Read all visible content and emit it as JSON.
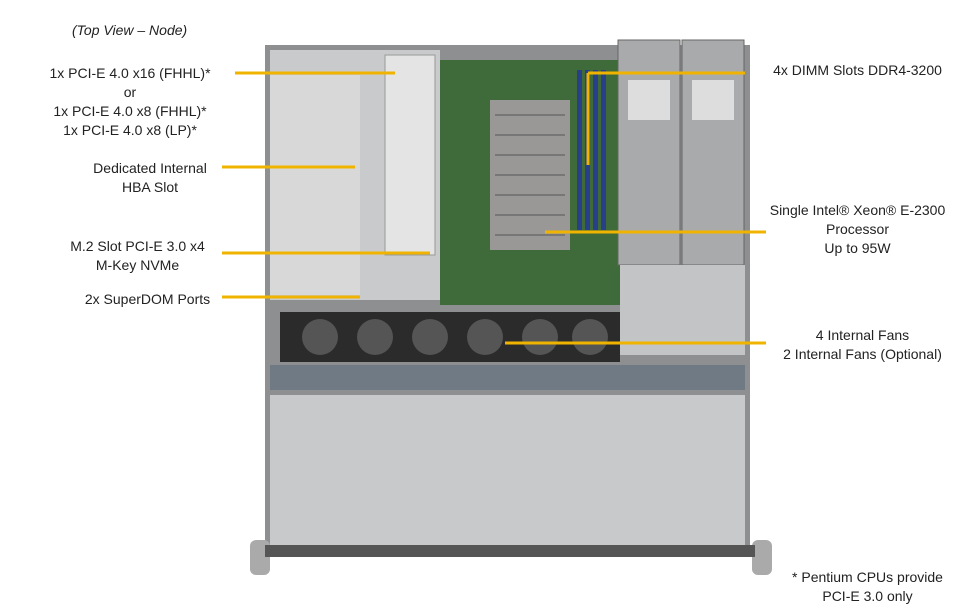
{
  "title": "(Top View – Node)",
  "colors": {
    "leader": "#f0b400",
    "board": "#3f6b3a",
    "chassis": "#b9babb"
  },
  "left_labels": [
    {
      "lines": [
        "1x PCI-E 4.0 x16 (FHHL)*",
        "or",
        "1x PCI-E 4.0 x8 (FHHL)*",
        "1x PCI-E 4.0 x8 (LP)*"
      ]
    },
    {
      "lines": [
        "Dedicated Internal",
        "HBA Slot"
      ]
    },
    {
      "lines": [
        "M.2 Slot PCI-E 3.0 x4",
        "M-Key NVMe"
      ]
    },
    {
      "lines": [
        "2x SuperDOM Ports"
      ]
    }
  ],
  "right_labels": [
    {
      "lines": [
        "4x DIMM Slots DDR4-3200"
      ]
    },
    {
      "lines": [
        "Single Intel® Xeon® E-2300",
        "Processor",
        "Up to 95W"
      ]
    },
    {
      "lines": [
        "4 Internal  Fans",
        "2 Internal  Fans (Optional)"
      ]
    }
  ],
  "footnote": [
    "* Pentium CPUs provide",
    "PCI-E 3.0 only"
  ]
}
